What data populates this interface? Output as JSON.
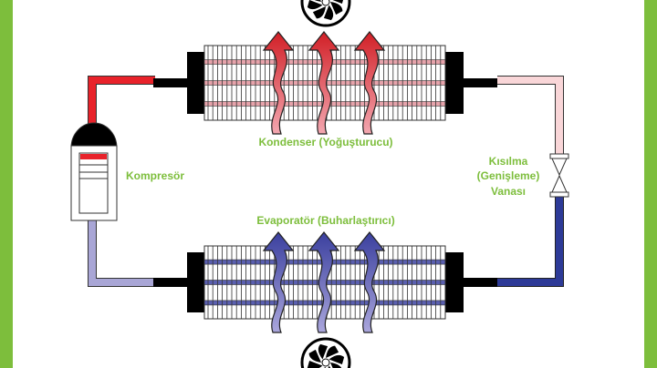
{
  "labels": {
    "condenser": "Kondenser (Yoğuşturucu)",
    "compressor": "Kompresör",
    "valve_line1": "Kısılma",
    "valve_line2": "(Genişleme)",
    "valve_line3": "Vanası",
    "evaporator": "Evaporatör (Buharlaştırıcı)"
  },
  "colors": {
    "accent_green": "#7dbe3c",
    "hot_pipe": "#e8222a",
    "warm_pipe": "#f9d6d8",
    "cold_pipe": "#2d3a97",
    "cool_pipe": "#a9a6d6"
  }
}
